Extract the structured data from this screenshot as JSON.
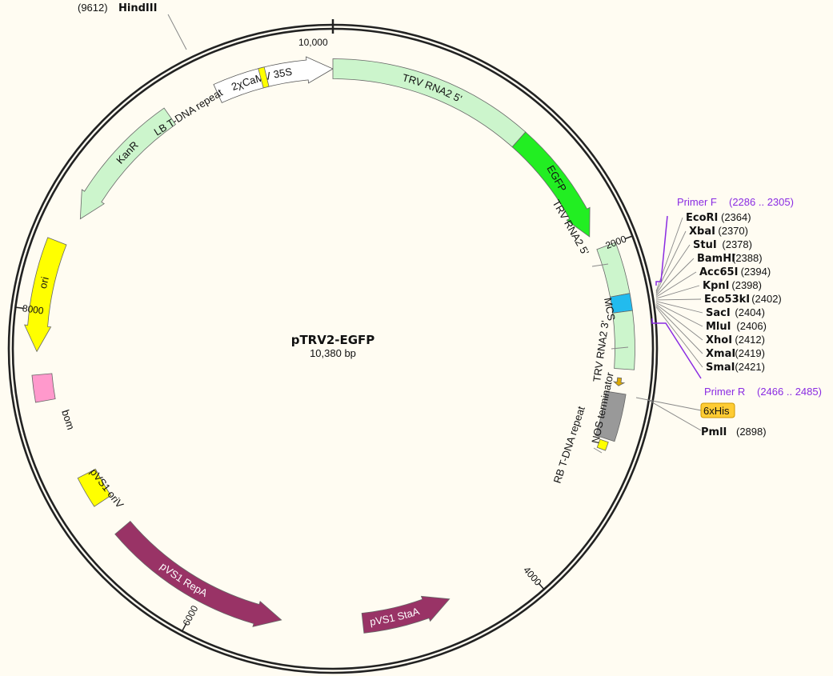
{
  "plasmid": {
    "name": "pTRV2-EGFP",
    "size": "10,380 bp",
    "length": 10380
  },
  "ticks": [
    {
      "label": "10,000",
      "bp": 0
    },
    {
      "label": "2000",
      "bp": 2000
    },
    {
      "label": "4000",
      "bp": 4000
    },
    {
      "label": "6000",
      "bp": 6000
    },
    {
      "label": "8000",
      "bp": 8000
    }
  ],
  "hindiii": {
    "pos": "(9612)",
    "name": "HindIII"
  },
  "features": [
    {
      "name": "2x CaMV 35S",
      "label": "2χCaMV 35S",
      "start": -700,
      "end": 0,
      "dir": "cw",
      "color": "#ffffff"
    },
    {
      "name": "TRV RNA2 5'",
      "label": "TRV RNA2  5'",
      "start": 0,
      "end": 1200,
      "dir": "none",
      "color": "#ccf5cc"
    },
    {
      "name": "EGFP",
      "label": "EGFP",
      "start": 1200,
      "end": 1915,
      "dir": "cw",
      "color": "#22ee22"
    },
    {
      "name": "TRV RNA2 5' (2)",
      "label": "TRV RNA2  5'",
      "start": 2000,
      "end": 2290,
      "dir": "none",
      "color": "#ccf5cc"
    },
    {
      "name": "MCS",
      "label": "MCS",
      "start": 2290,
      "end": 2385,
      "dir": "none",
      "color": "#22bbee"
    },
    {
      "name": "TRV RNA2 3'",
      "label": "TRV RNA2 3'",
      "start": 2385,
      "end": 2710,
      "dir": "none",
      "color": "#ccf5cc"
    },
    {
      "name": "6xHis feature",
      "label": "",
      "start": 2762,
      "end": 2808,
      "dir": "cw",
      "color": "#ddaa00"
    },
    {
      "name": "NOS terminator",
      "label": "NOS terminator",
      "start": 2850,
      "end": 3120,
      "dir": "none",
      "color": "#999999"
    },
    {
      "name": "RB T-DNA repeat",
      "label": "RB T-DNA repeat",
      "start": 3135,
      "end": 3185,
      "dir": "none",
      "color": "#ffff00"
    },
    {
      "name": "pVS1 StaA",
      "label": "pVS1 StaA",
      "start": 4470,
      "end": 5010,
      "dir": "ccw",
      "color": "#993366"
    },
    {
      "name": "pVS1 RepA",
      "label": "pVS1 RepA",
      "start": 5500,
      "end": 6620,
      "dir": "ccw",
      "color": "#993366"
    },
    {
      "name": "pVS1 oriV",
      "label": "pVS1 oriV",
      "start": 6820,
      "end": 7010,
      "dir": "none",
      "color": "#ffff00"
    },
    {
      "name": "bom",
      "label": "bom",
      "start": 7490,
      "end": 7640,
      "dir": "none",
      "color": "#ff99cc"
    },
    {
      "name": "ori",
      "label": "ori",
      "start": 7770,
      "end": 8400,
      "dir": "ccw",
      "color": "#ffff00"
    },
    {
      "name": "KanR",
      "label": "KanR",
      "start": 8570,
      "end": 9370,
      "dir": "ccw",
      "color": "#ccf5cc"
    },
    {
      "name": "LB T-DNA repeat",
      "label": "LB T-DNA repeat",
      "start": 9950,
      "end": 9985,
      "dir": "none",
      "color": "#ffff00"
    }
  ],
  "sites": [
    {
      "name": "EcoRI",
      "pos": "(2364)"
    },
    {
      "name": "XbaI",
      "pos": "(2370)"
    },
    {
      "name": "StuI",
      "pos": "(2378)"
    },
    {
      "name": "BamHI",
      "pos": "(2388)"
    },
    {
      "name": "Acc65I",
      "pos": "(2394)"
    },
    {
      "name": "KpnI",
      "pos": "(2398)"
    },
    {
      "name": "Eco53kI",
      "pos": "(2402)"
    },
    {
      "name": "SacI",
      "pos": "(2404)"
    },
    {
      "name": "MluI",
      "pos": "(2406)"
    },
    {
      "name": "XhoI",
      "pos": "(2412)"
    },
    {
      "name": "XmaI",
      "pos": "(2419)"
    },
    {
      "name": "SmaI",
      "pos": "(2421)"
    }
  ],
  "primers": {
    "f": {
      "name": "Primer F",
      "range": "(2286 .. 2305)"
    },
    "r": {
      "name": "Primer R",
      "range": "(2466 .. 2485)"
    }
  },
  "his": {
    "name": "6xHis"
  },
  "pmli": {
    "name": "PmlI",
    "pos": "(2898)"
  },
  "colors": {
    "background": "#fffcf2",
    "backbone": "#222222",
    "primer": "#8a2be2",
    "his_badge": "#ffcc33"
  }
}
